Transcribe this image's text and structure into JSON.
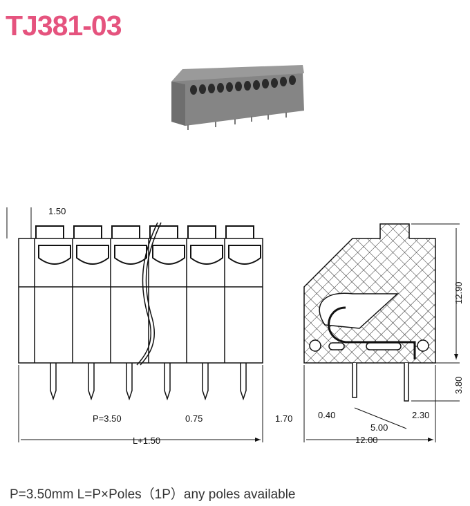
{
  "title": "TJ381-03",
  "footer": "P=3.50mm  L=P×Poles（1P）any poles available",
  "colors": {
    "title": "#e5537e",
    "line": "#111111",
    "body_gray": "#8a8a8a"
  },
  "front_view": {
    "poles_shown": 6,
    "dimensions": {
      "top_offset": "1.50",
      "pitch": "P=3.50",
      "pin_width": "0.75",
      "edge": "1.70",
      "overall_length": "L+1.50"
    }
  },
  "side_view": {
    "dimensions": {
      "height": "12.90",
      "pin_length": "3.80",
      "pin_thickness": "0.40",
      "pin_spacing": "5.00",
      "rear_offset": "2.30",
      "depth": "12.00"
    }
  },
  "photo": {
    "alt": "terminal-block-photo",
    "poles": 12
  }
}
